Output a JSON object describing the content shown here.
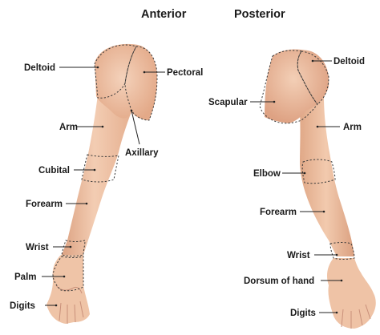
{
  "views": {
    "anterior": {
      "title": "Anterior",
      "labels": {
        "deltoid": "Deltoid",
        "pectoral": "Pectoral",
        "arm": "Arm",
        "axillary": "Axillary",
        "cubital": "Cubital",
        "forearm": "Forearm",
        "wrist": "Wrist",
        "palm": "Palm",
        "digits": "Digits"
      }
    },
    "posterior": {
      "title": "Posterior",
      "labels": {
        "deltoid": "Deltoid",
        "scapular": "Scapular",
        "arm": "Arm",
        "elbow": "Elbow",
        "forearm": "Forearm",
        "wrist": "Wrist",
        "dorsum_of_hand": "Dorsum of hand",
        "digits": "Digits"
      }
    }
  },
  "colors": {
    "skin_light": "#f6d9c4",
    "skin_mid": "#e9b999",
    "skin_shadow": "#d59a78",
    "skin_dark": "#c7825f",
    "text": "#1a1a1a"
  }
}
